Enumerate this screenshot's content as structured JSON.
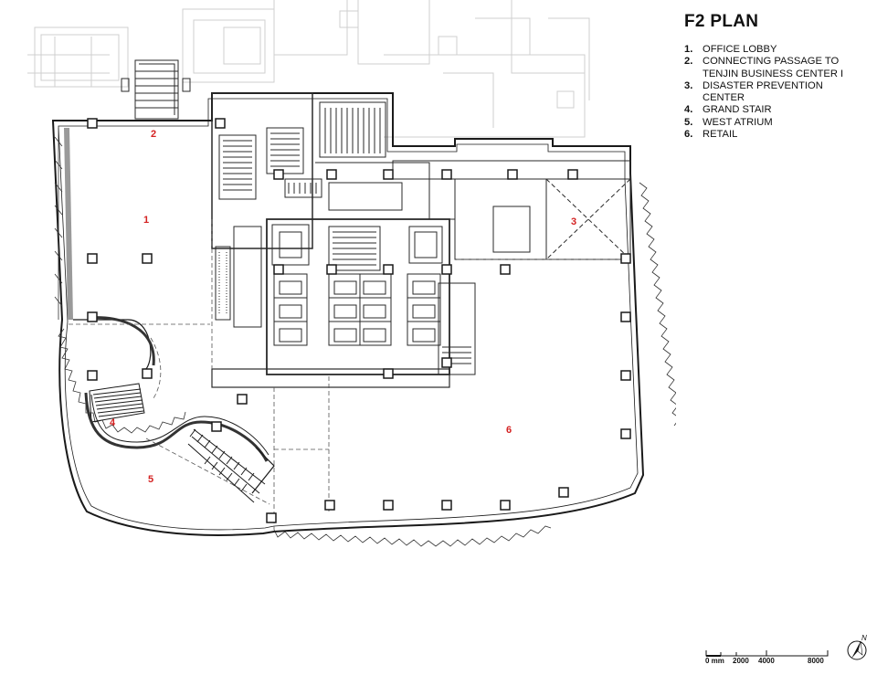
{
  "title": "F2 PLAN",
  "legend": [
    {
      "num": "1.",
      "text": "OFFICE LOBBY"
    },
    {
      "num": "2.",
      "text": "CONNECTING PASSAGE TO\nTENJIN BUSINESS CENTER I"
    },
    {
      "num": "3.",
      "text": "DISASTER PREVENTION\nCENTER"
    },
    {
      "num": "4.",
      "text": "GRAND STAIR"
    },
    {
      "num": "5.",
      "text": "WEST ATRIUM"
    },
    {
      "num": "6.",
      "text": "RETAIL"
    }
  ],
  "room_labels": [
    "1",
    "2",
    "3",
    "4",
    "5",
    "6"
  ],
  "scale": {
    "unit": "0 mm",
    "ticks": [
      "2000",
      "4000",
      "8000"
    ]
  },
  "north": "N",
  "colors": {
    "line": "#2a2a2a",
    "ghost": "#c9c9c9",
    "label": "#d42222"
  }
}
